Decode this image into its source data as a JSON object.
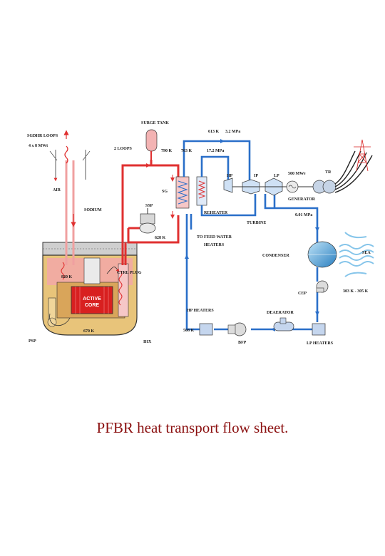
{
  "caption": "PFBR heat transport flow sheet.",
  "labels": {
    "sgdhr_loops": "SGDHR LOOPS",
    "sgdhr_power": "4 x 8 MWt",
    "air": "AIR",
    "sodium": "SODIUM",
    "surge_tank": "SURGE TANK",
    "two_loops": "2 LOOPS",
    "temp_790": "790 K",
    "temp_763": "763 K",
    "temp_613": "613 K",
    "pressure_3_2": "3.2 MPa",
    "pressure_17_2": "17.2 MPa",
    "sg": "SG",
    "ssp": "SSP",
    "temp_628": "628 K",
    "temp_820": "820 K",
    "temp_670": "670 K",
    "core_line1": "ACTIVE",
    "core_line2": "CORE",
    "control_plug": "CTRL PLUG",
    "psp": "PSP",
    "ihx": "IHX",
    "hp": "HP",
    "ip": "IP",
    "lp": "LP",
    "reheater": "REHEATER",
    "turbine": "TURBINE",
    "feed_line1": "TO FEED WATER",
    "feed_line2": "HEATERS",
    "power_500": "500 MWe",
    "tr": "TR",
    "generator": "GENERATOR",
    "pressure_0_01": "0.01 MPa",
    "condenser": "CONDENSER",
    "sea": "SEA",
    "cep": "CEP",
    "sea_temp": "303 K - 305 K",
    "hp_heaters": "HP HEATERS",
    "deaerator": "DEAERATOR",
    "temp_508": "508 K",
    "bfp": "BFP",
    "lp_heaters": "LP HEATERS"
  },
  "colors": {
    "sodium_primary_hot": "#f2a8a8",
    "sodium_primary_cold": "#e8c47a",
    "sodium_secondary": "#e03030",
    "steam_water": "#2a6fc9",
    "core": "#d82020",
    "caption": "#8b1010"
  }
}
